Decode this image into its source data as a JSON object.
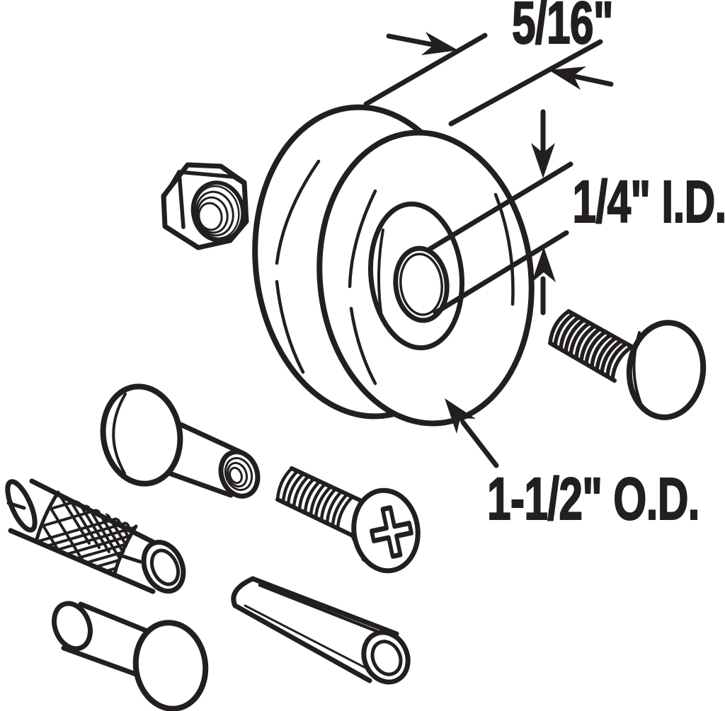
{
  "figure": {
    "background": "#ffffff",
    "line_color": "#231f20",
    "kind": "exploded-hardware-line-drawing"
  },
  "labels": {
    "width": "5/16\"",
    "inner_diameter": "1/4\" I.D.",
    "outer_diameter": "1-1/2\" O.D."
  },
  "parts": [
    {
      "name": "hex-nut"
    },
    {
      "name": "grooved-roller-wheel"
    },
    {
      "name": "carriage-bolt"
    },
    {
      "name": "flanged-barrel-nut"
    },
    {
      "name": "knurled-pin"
    },
    {
      "name": "phillips-flat-head-screw"
    },
    {
      "name": "roll-pin"
    },
    {
      "name": "rivet"
    }
  ]
}
